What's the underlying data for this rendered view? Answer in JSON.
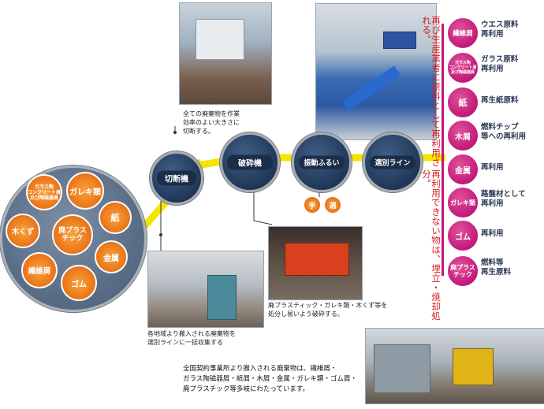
{
  "materials": [
    {
      "name": "ガラス陶\nコンクリート屑\n及び陶磁器屑",
      "small": true
    },
    {
      "name": "ガレキ類"
    },
    {
      "name": "木くず"
    },
    {
      "name": "廃プラス\nチック"
    },
    {
      "name": "紙"
    },
    {
      "name": "金属"
    },
    {
      "name": "繊維屑"
    },
    {
      "name": "ゴム"
    }
  ],
  "process": [
    {
      "label": "切断機"
    },
    {
      "label": "破砕機"
    },
    {
      "label": "振動ふるい"
    },
    {
      "label": "選別ライン"
    }
  ],
  "hand_sort": [
    "手",
    "選"
  ],
  "captions": {
    "cutter": "全ての廃棄物を作業\n効率のよい大きさに\n切断する。",
    "crusher": "廃プラスティック・ガレキ類・木くず等を\n処分し易いよう破砕する。",
    "collect": "各地域より搬入される廃棄物を\n選別ラインに一括収集する",
    "bottom": "全国契約事業所より搬入される廃棄物は、繊維屑・\nガラス陶磁器屑・紙屑・木屑・金属・ガレキ類・ゴム屑・\n廃プラスチック等多岐にわたっています。"
  },
  "vertical_texts": {
    "recycle": "再び生産業者に原料として再利用される。",
    "dispose": "再利用できない物は、埋立・焼却処分。"
  },
  "outputs": [
    {
      "circle": "繊維屑",
      "text": "ウエス原料\n再利用"
    },
    {
      "circle": "ガラス陶\nコンクリート屑\n及び陶磁器屑",
      "small": true,
      "text": "ガラス原料\n再利用"
    },
    {
      "circle": "紙",
      "text": "再生紙原料"
    },
    {
      "circle": "木屑",
      "text": "燃料チップ\n等への再利用"
    },
    {
      "circle": "金属",
      "text": "再利用"
    },
    {
      "circle": "ガレキ類",
      "text": "路盤材として\n再利用"
    },
    {
      "circle": "ゴム",
      "text": "再利用"
    },
    {
      "circle": "廃プラス\nチック",
      "text": "燃料等\n再生原料"
    }
  ],
  "colors": {
    "line": "#f5e400",
    "node": "#203757",
    "material": "#ec7a1d",
    "output": "#c2187a",
    "red_text": "#d81e1e"
  }
}
